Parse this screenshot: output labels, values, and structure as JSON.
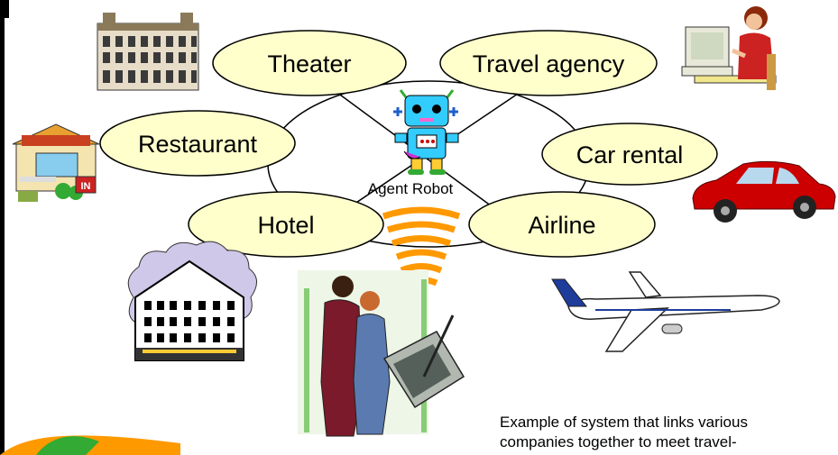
{
  "nodes": {
    "theater": "Theater",
    "travel_agency": "Travel agency",
    "restaurant": "Restaurant",
    "car_rental": "Car rental",
    "hotel": "Hotel",
    "airline": "Airline"
  },
  "hub": {
    "label": "Agent Robot"
  },
  "caption": "Example of system that links various\ncompanies together to meet travel-",
  "colors": {
    "ellipse_fill": "#ffffcc",
    "signal_wave": "#ff9900",
    "robot_body": "#33ccff",
    "car": "#cc0000"
  },
  "icons": [
    "theater-building-icon",
    "office-worker-icon",
    "restaurant-icon",
    "car-icon",
    "hotel-building-icon",
    "airplane-icon",
    "robot-icon",
    "travelers-icon",
    "signal-waves-icon"
  ]
}
